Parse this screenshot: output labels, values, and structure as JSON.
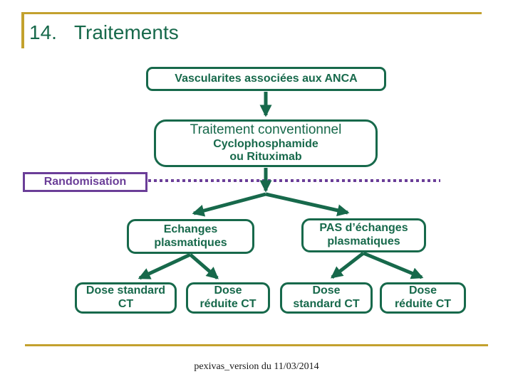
{
  "slide": {
    "title_number": "14.",
    "title_text": "Traitements",
    "footer": "pexivas_version du 11/03/2014"
  },
  "colors": {
    "diagram_green": "#17694B",
    "accent_gold": "#C3A12E",
    "randomisation_purple": "#6B3E98",
    "footer_text": "#1A1A1A",
    "background": "#FFFFFF"
  },
  "flowchart": {
    "root": {
      "label": "Vascularites associées aux ANCA"
    },
    "conventional": {
      "line1": "Traitement conventionnel",
      "line2": "Cyclophosphamide",
      "line3": "ou Rituximab"
    },
    "randomisation": {
      "label": "Randomisation"
    },
    "branches": [
      {
        "line1": "Echanges",
        "line2": "plasmatiques"
      },
      {
        "line1": "PAS d’échanges",
        "line2": "plasmatiques"
      }
    ],
    "leaves": [
      {
        "line1": "Dose standard",
        "line2": "CT"
      },
      {
        "line1": "Dose",
        "line2": "réduite CT"
      },
      {
        "line1": "Dose",
        "line2": "standard CT"
      },
      {
        "line1": "Dose",
        "line2": "réduite CT"
      }
    ]
  }
}
